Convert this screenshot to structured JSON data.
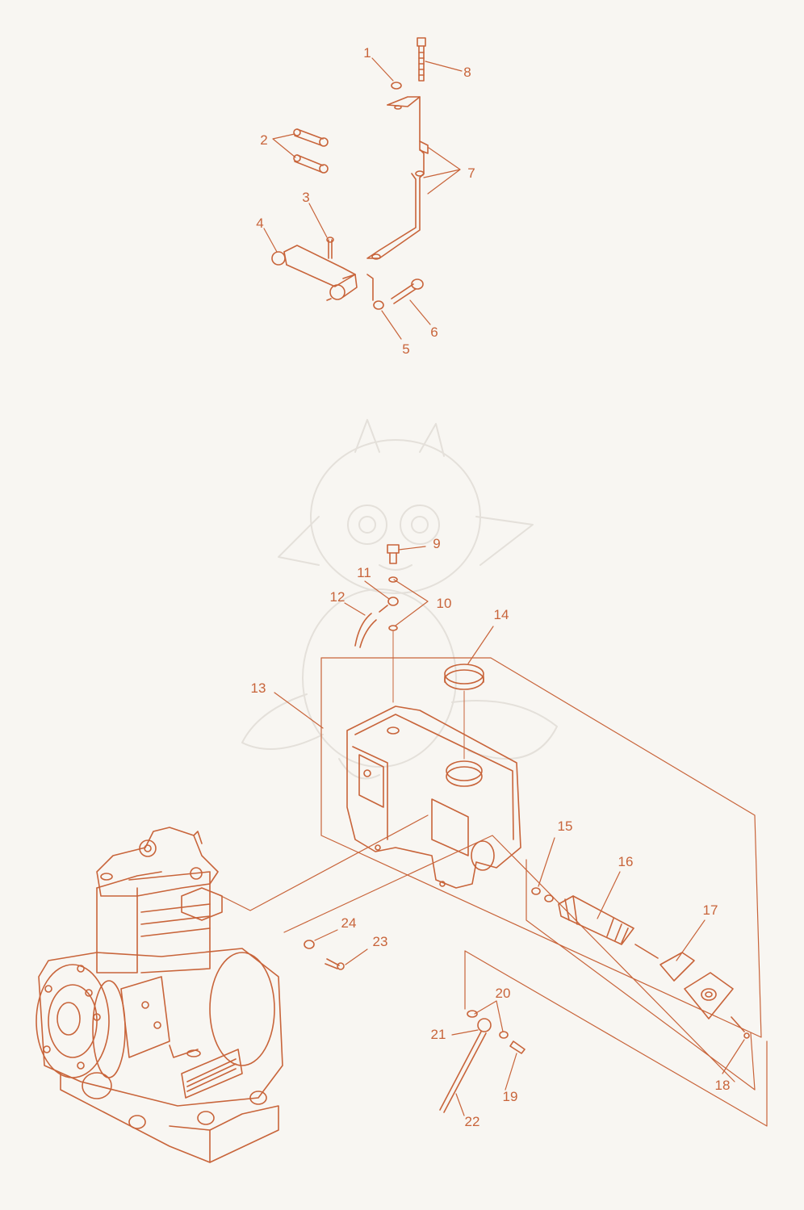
{
  "colors": {
    "background": "#f8f6f2",
    "line": "#c8643a",
    "label": "#c8643a",
    "watermark": "#e4e0da"
  },
  "callouts": {
    "c1": "1",
    "c2": "2",
    "c3": "3",
    "c4": "4",
    "c5": "5",
    "c6": "6",
    "c7": "7",
    "c8": "8",
    "c9": "9",
    "c10": "10",
    "c11": "11",
    "c12": "12",
    "c13": "13",
    "c14": "14",
    "c15": "15",
    "c16": "16",
    "c17": "17",
    "c18": "18",
    "c19": "19",
    "c20": "20",
    "c21": "21",
    "c22": "22",
    "c23": "23",
    "c24": "24"
  },
  "parts": {
    "bracket_assembly": "bracket-assembly",
    "oil_tank": "oil-tank",
    "oil_filter": "oil-filter",
    "engine": "engine",
    "watermark": "dragon-watermark"
  }
}
